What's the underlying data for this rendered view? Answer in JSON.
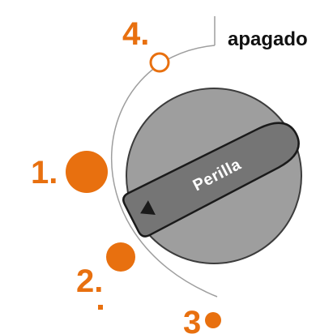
{
  "diagram": {
    "state_label": "apagado",
    "knob_label": "Perilla",
    "steps": [
      {
        "label": "4."
      },
      {
        "label": "1."
      },
      {
        "label": "2."
      },
      {
        "label": "3"
      }
    ],
    "colors": {
      "accent": "#E8700F",
      "knob": "#9E9E9E",
      "knob_outline": "#3C3C3C",
      "handle": "#757575",
      "pointer": "#1A1A1A",
      "arc": "#9E9E9E",
      "label_text": "#111111",
      "knob_text": "#FFFFFF"
    }
  }
}
